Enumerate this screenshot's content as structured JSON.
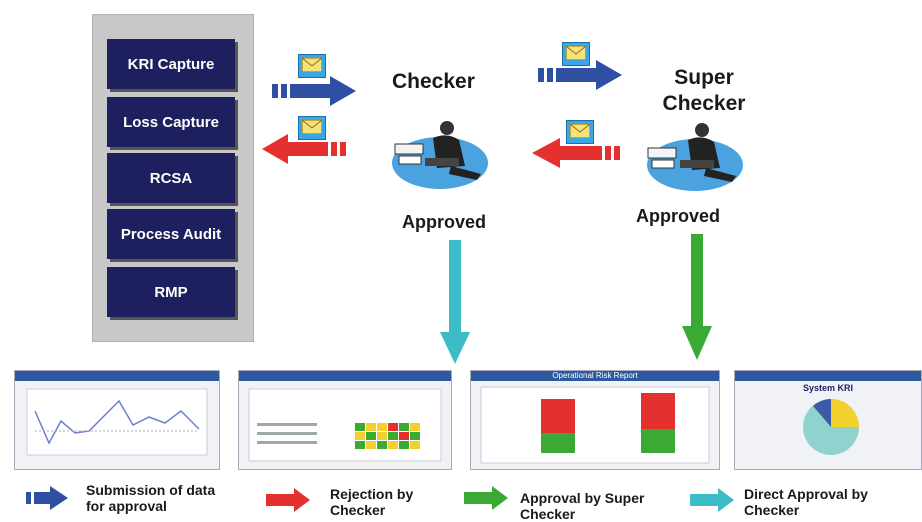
{
  "modules": [
    "KRI Capture",
    "Loss Capture",
    "RCSA",
    "Process Audit",
    "RMP"
  ],
  "roles": {
    "checker": "Checker",
    "super_checker_line1": "Super",
    "super_checker_line2": "Checker"
  },
  "approved_labels": [
    "Approved",
    "Approved"
  ],
  "reports": [
    {
      "title": "",
      "kind": "line-chart"
    },
    {
      "title": "",
      "kind": "heatmap"
    },
    {
      "title": "Operational Risk Report",
      "kind": "stacked-bar"
    },
    {
      "title": "System KRI",
      "kind": "pie"
    }
  ],
  "legend": [
    {
      "line1": "Submission of data",
      "line2": "for approval",
      "color": "#2e4fa3"
    },
    {
      "line1": "Rejection by",
      "line2": "Checker",
      "color": "#e53030"
    },
    {
      "line1": "Approval by Super",
      "line2": "Checker",
      "color": "#3aaa35"
    },
    {
      "line1": "Direct Approval by",
      "line2": "Checker",
      "color": "#3bbcc6"
    }
  ],
  "colors": {
    "submit": "#2e4fa3",
    "reject": "#e53030",
    "super_approve": "#3aaa35",
    "direct_approve": "#3bbcc6",
    "module_bg": "#1e1f5e"
  }
}
